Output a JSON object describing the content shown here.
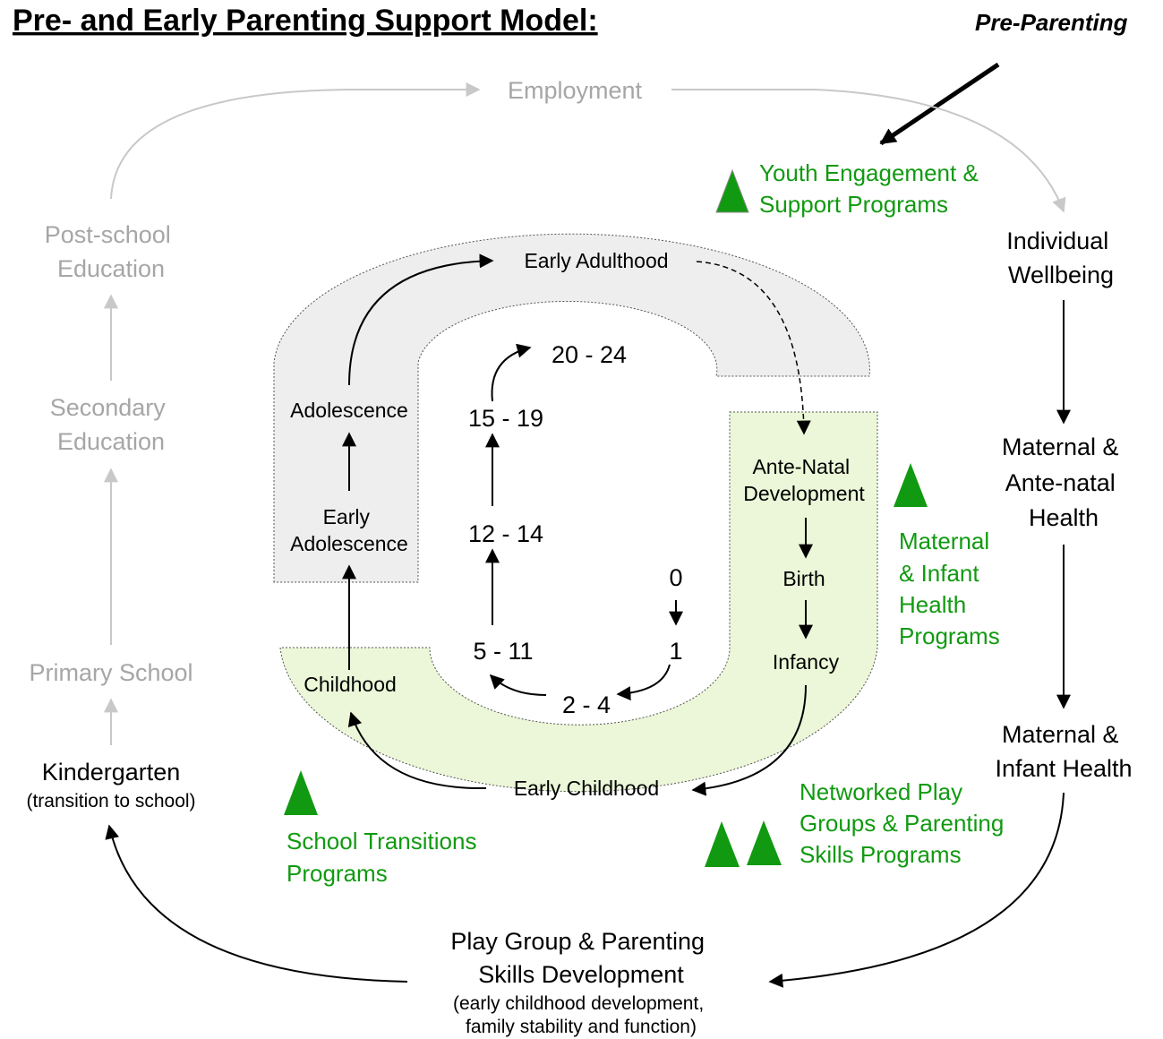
{
  "title": "Pre- and Early Parenting Support Model:",
  "pre_parenting_label": "Pre-Parenting",
  "colors": {
    "grey_band": "#eeeeee",
    "green_band": "#ebf7d8",
    "program_text": "#119a11",
    "triangle": "#119a11",
    "grey_text": "#a6a6a6"
  },
  "outer_cycle": {
    "employment": "Employment",
    "post_school": [
      "Post-school",
      "Education"
    ],
    "secondary": [
      "Secondary",
      "Education"
    ],
    "primary": "Primary School",
    "kindergarten": "Kindergarten",
    "kindergarten_note": "(transition to school)",
    "wellbeing": [
      "Individual",
      "Wellbeing"
    ],
    "maternal_antenatal": [
      "Maternal &",
      "Ante-natal",
      "Health"
    ],
    "maternal_infant": [
      "Maternal &",
      "Infant Health"
    ],
    "play_group": [
      "Play Group & Parenting",
      "Skills Development"
    ],
    "play_group_note": [
      "(early childhood development,",
      "family stability and function)"
    ]
  },
  "stages": {
    "early_adulthood": "Early Adulthood",
    "adolescence": "Adolescence",
    "early_adolescence": [
      "Early",
      "Adolescence"
    ],
    "childhood": "Childhood",
    "early_childhood": "Early Childhood",
    "ante_natal": [
      "Ante-Natal",
      "Development"
    ],
    "birth": "Birth",
    "infancy": "Infancy"
  },
  "ages": [
    "0",
    "1",
    "2 - 4",
    "5 - 11",
    "12 - 14",
    "15 - 19",
    "20 - 24"
  ],
  "programs": {
    "youth": [
      "Youth Engagement &",
      "Support Programs"
    ],
    "maternal": [
      "Maternal",
      "& Infant",
      "Health",
      "Programs"
    ],
    "networked": [
      "Networked Play",
      "Groups & Parenting",
      "Skills Programs"
    ],
    "school": [
      "School Transitions",
      "Programs"
    ]
  }
}
